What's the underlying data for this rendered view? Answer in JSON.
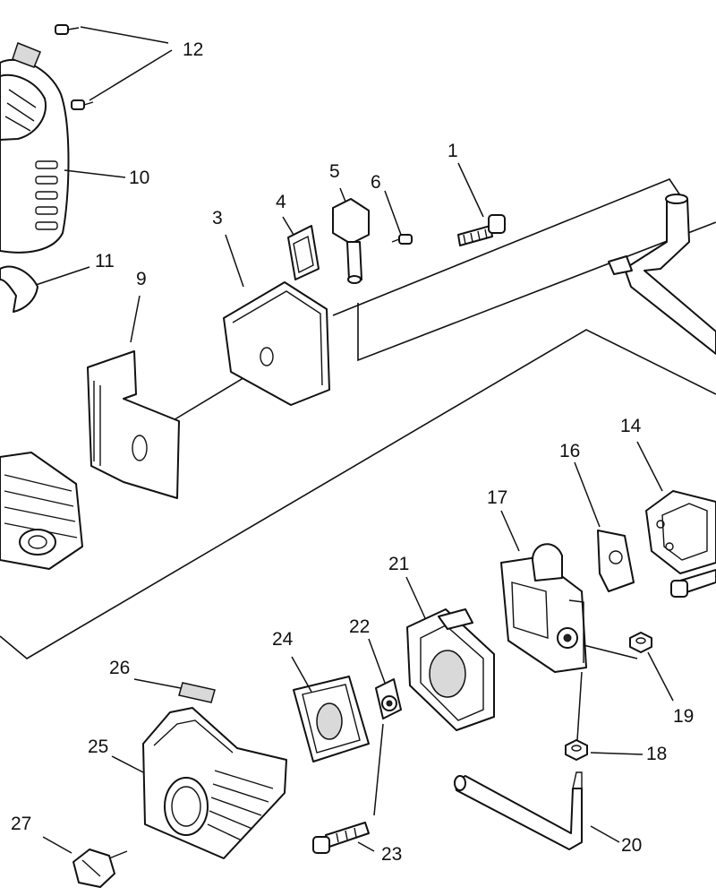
{
  "callouts": [
    {
      "id": "c1",
      "label": "1"
    },
    {
      "id": "c3",
      "label": "3"
    },
    {
      "id": "c4",
      "label": "4"
    },
    {
      "id": "c5",
      "label": "5"
    },
    {
      "id": "c6",
      "label": "6"
    },
    {
      "id": "c9",
      "label": "9"
    },
    {
      "id": "c10",
      "label": "10"
    },
    {
      "id": "c11",
      "label": "11"
    },
    {
      "id": "c12",
      "label": "12"
    },
    {
      "id": "c14",
      "label": "14"
    },
    {
      "id": "c16",
      "label": "16"
    },
    {
      "id": "c17",
      "label": "17"
    },
    {
      "id": "c18",
      "label": "18"
    },
    {
      "id": "c19",
      "label": "19"
    },
    {
      "id": "c20",
      "label": "20"
    },
    {
      "id": "c21",
      "label": "21"
    },
    {
      "id": "c22",
      "label": "22"
    },
    {
      "id": "c23",
      "label": "23"
    },
    {
      "id": "c24",
      "label": "24"
    },
    {
      "id": "c25",
      "label": "25"
    },
    {
      "id": "c26",
      "label": "26"
    },
    {
      "id": "c27",
      "label": "27"
    }
  ],
  "colors": {
    "ink": "#111111",
    "paper": "#ffffff",
    "shade": "#d9d9d9"
  }
}
